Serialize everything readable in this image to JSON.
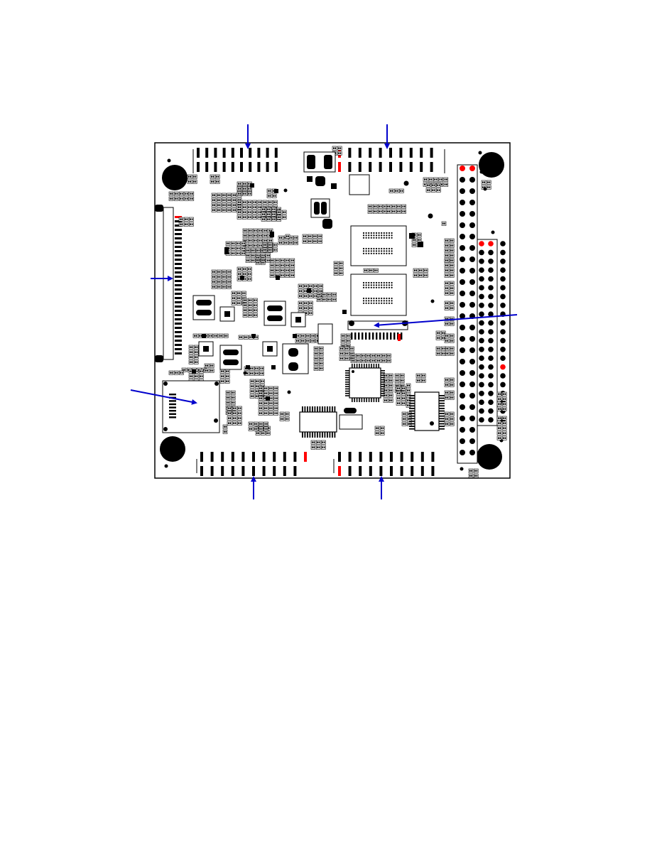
{
  "diagram": {
    "kind": "pcb-top-view",
    "colors": {
      "outline": "#000000",
      "pin1_marker": "#ff0000",
      "arrow": "#0000cc",
      "board": "#ffffff",
      "pad_fill": "#000000"
    },
    "callouts": [
      {
        "name": "callout-top-left-header",
        "icon": "arrow-down-icon"
      },
      {
        "name": "callout-top-right-header",
        "icon": "arrow-down-icon"
      },
      {
        "name": "callout-left-fpc-connector",
        "icon": "arrow-right-icon"
      },
      {
        "name": "callout-right-fpc-connector",
        "icon": "arrow-left-icon"
      },
      {
        "name": "callout-sd-card-slot",
        "icon": "arrow-right-icon"
      },
      {
        "name": "callout-bottom-left-header",
        "icon": "arrow-up-icon"
      },
      {
        "name": "callout-bottom-right-header",
        "icon": "arrow-up-icon"
      }
    ],
    "components": {
      "top_left_header_pins": 20,
      "top_right_header_pins": 20,
      "bottom_left_header_pins": 20,
      "bottom_right_header_pins": 20,
      "right_double_header_rows": 26,
      "side_header_rows": 21,
      "mounting_holes": 4
    }
  }
}
